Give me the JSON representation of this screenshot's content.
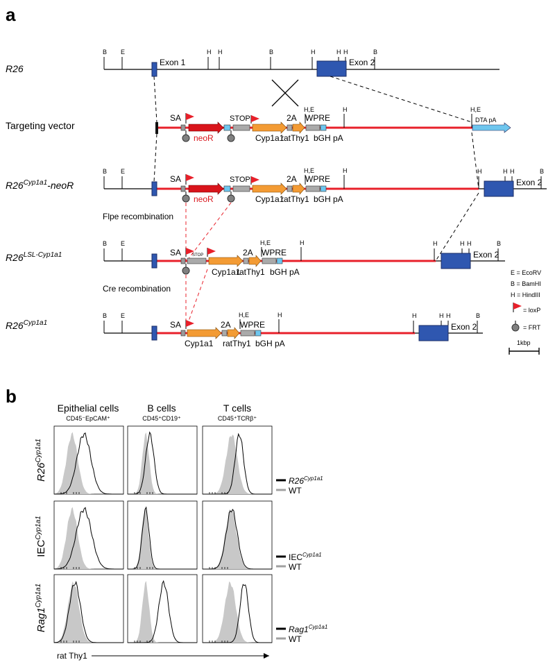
{
  "panel_a": {
    "letter": "a",
    "rows": {
      "r26": {
        "label": "R26"
      },
      "tv": {
        "label": "Targeting vector"
      },
      "neo": {
        "label_base": "R26",
        "label_sup": "Cyp1a1",
        "label_tail": "-neoR"
      },
      "lsl": {
        "label_base": "R26",
        "label_sup": "LSL-Cyp1a1"
      },
      "fin": {
        "label_base": "R26",
        "label_sup": "Cyp1a1"
      }
    },
    "steps": {
      "flpe": "Flpe recombination",
      "cre": "Cre recombination"
    },
    "sites": {
      "B": "B",
      "E": "E",
      "H": "H",
      "HE": "H,E"
    },
    "elements": {
      "exon1": "Exon 1",
      "exon2": "Exon 2",
      "sa": "SA",
      "stop": "STOP",
      "neor": "neoR",
      "cyp": "Cyp1a1",
      "twoa": "2A",
      "thy": "ratThy1",
      "wpre": "WPRE",
      "bgh": "bGH pA",
      "dta": "DTA pA"
    },
    "legend": {
      "e": "E = EcoRV",
      "b": "B = BamHI",
      "h": "H = HindIII",
      "loxp": "= loxP",
      "frt": "= FRT",
      "scale": "1kbp"
    }
  },
  "panel_b": {
    "letter": "b",
    "columns": [
      {
        "title": "Epithelial cells",
        "subtitle": "CD45⁻EpCAM⁺"
      },
      {
        "title": "B cells",
        "subtitle": "CD45⁺CD19⁺"
      },
      {
        "title": "T cells",
        "subtitle": "CD45⁺TCRβ⁺"
      }
    ],
    "rows": [
      {
        "label_base": "R26",
        "label_sup": "Cyp1a1",
        "legend_base": "R26",
        "legend_sup": "Cyp1a1",
        "wt": "WT"
      },
      {
        "label_base": "IEC",
        "label_sup": "Cyp1a1",
        "legend_base": "IEC",
        "legend_sup": "Cyp1a1",
        "wt": "WT"
      },
      {
        "label_base": "Rag1",
        "label_sup": "Cyp1a1",
        "legend_base": "Rag1",
        "legend_sup": "Cyp1a1",
        "wt": "WT"
      }
    ],
    "x_axis": "rat Thy1",
    "colors": {
      "wt_fill": "#c8c8c8",
      "wt_legend": "#a0a0a0",
      "line": "#000000"
    },
    "histograms": [
      [
        {
          "wt_peak": 0.26,
          "wt_width": 0.08,
          "ko_peak": 0.43,
          "ko_width": 0.1
        },
        {
          "wt_peak": 0.26,
          "wt_width": 0.05,
          "ko_peak": 0.32,
          "ko_width": 0.06
        },
        {
          "wt_peak": 0.42,
          "wt_width": 0.08,
          "ko_peak": 0.53,
          "ko_width": 0.06
        }
      ],
      [
        {
          "wt_peak": 0.26,
          "wt_width": 0.08,
          "ko_peak": 0.43,
          "ko_width": 0.11
        },
        {
          "wt_peak": 0.25,
          "wt_width": 0.05,
          "ko_peak": 0.26,
          "ko_width": 0.05
        },
        {
          "wt_peak": 0.41,
          "wt_width": 0.08,
          "ko_peak": 0.42,
          "ko_width": 0.08
        }
      ],
      [
        {
          "wt_peak": 0.28,
          "wt_width": 0.08,
          "ko_peak": 0.3,
          "ko_width": 0.08
        },
        {
          "wt_peak": 0.26,
          "wt_width": 0.05,
          "ko_peak": 0.52,
          "ko_width": 0.07
        },
        {
          "wt_peak": 0.4,
          "wt_width": 0.08,
          "ko_peak": 0.6,
          "ko_width": 0.06
        }
      ]
    ]
  }
}
